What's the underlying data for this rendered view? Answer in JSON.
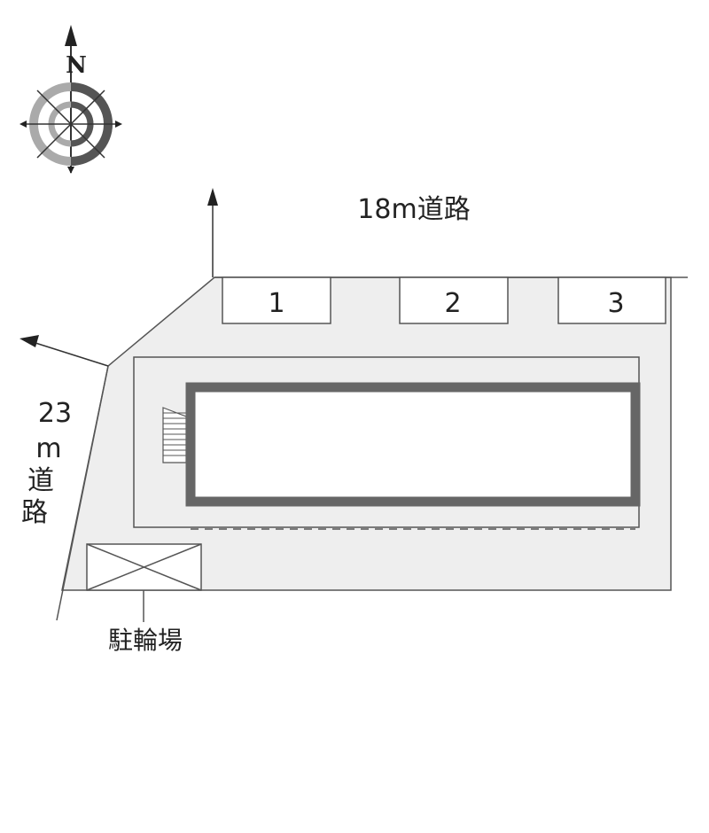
{
  "compass": {
    "label": "N",
    "icon": "compass-rose-icon"
  },
  "roads": {
    "north_road": "18m道路",
    "west_road_number": "23",
    "west_road_unit": "m",
    "west_road_char1": "道",
    "west_road_char2": "路"
  },
  "parking_spaces": [
    {
      "number": "1"
    },
    {
      "number": "2"
    },
    {
      "number": "3"
    }
  ],
  "bicycle_parking": {
    "label": "駐輪場"
  },
  "colors": {
    "site_fill": "#eeeeee",
    "line": "#555555",
    "building_frame": "#666666",
    "compass_light": "#aaaaaa",
    "compass_dark": "#555555"
  }
}
